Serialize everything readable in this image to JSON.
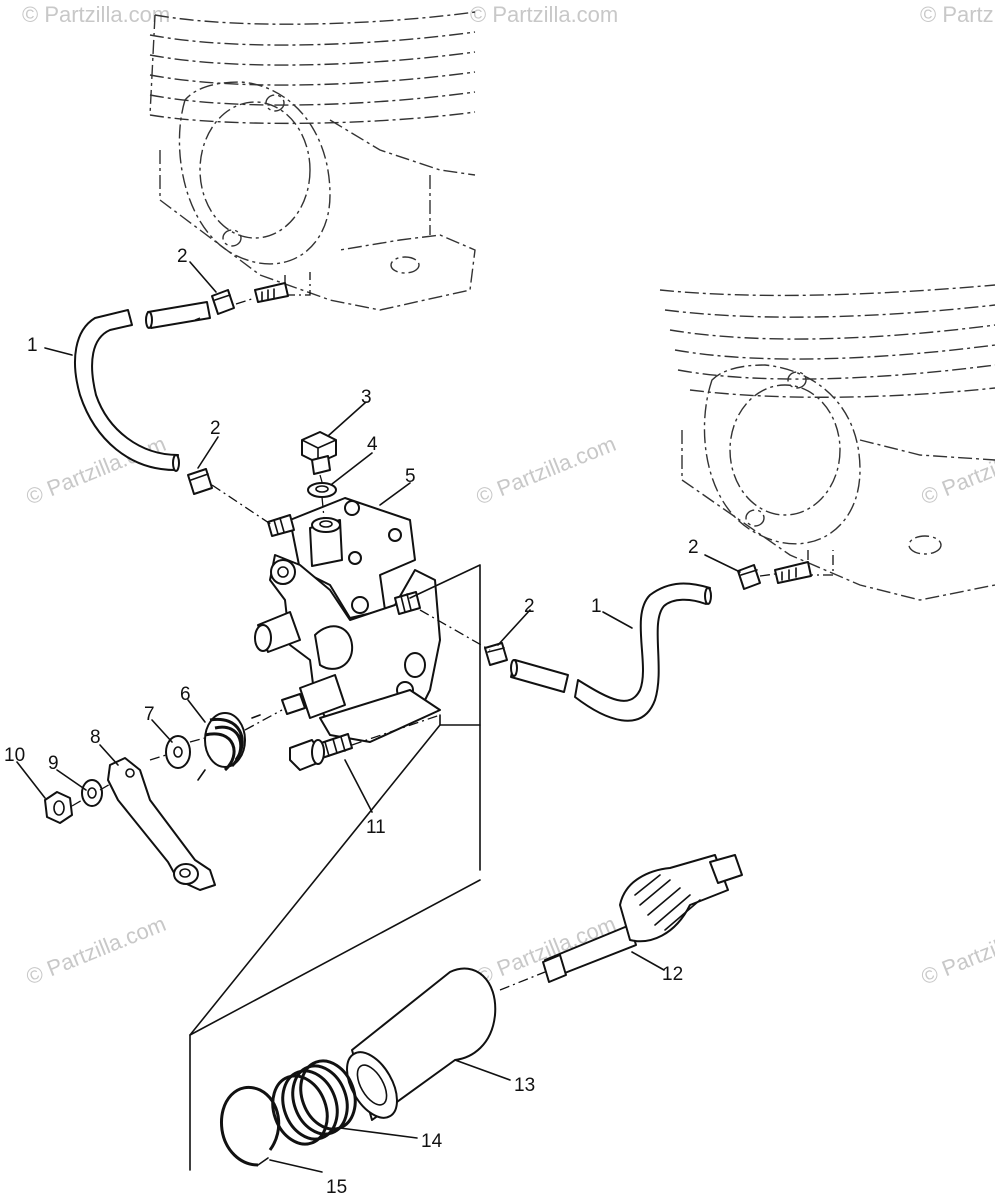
{
  "watermark": "© Partzilla.com",
  "callouts": {
    "c1a": "1",
    "c1b": "1",
    "c2a": "2",
    "c2b": "2",
    "c2c": "2",
    "c2d": "2",
    "c3": "3",
    "c4": "4",
    "c5": "5",
    "c6": "6",
    "c7": "7",
    "c8": "8",
    "c9": "9",
    "c10": "10",
    "c11": "11",
    "c12": "12",
    "c13": "13",
    "c14": "14",
    "c15": "15"
  }
}
